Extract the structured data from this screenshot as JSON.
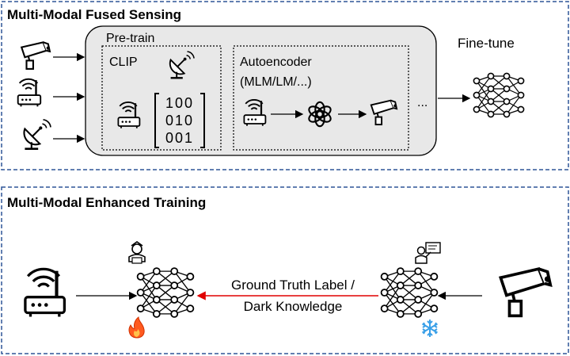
{
  "panels": {
    "fused": {
      "title": "Multi-Modal Fused Sensing"
    },
    "enhanced": {
      "title": "Multi-Modal Enhanced Training"
    }
  },
  "pretrain": {
    "label": "Pre-train",
    "clip_label": "CLIP",
    "matrix": [
      "100",
      "010",
      "001"
    ],
    "autoencoder_line1": "Autoencoder",
    "autoencoder_line2": "(MLM/LM/...)",
    "ellipsis": "..."
  },
  "finetune": {
    "label": "Fine-tune"
  },
  "training": {
    "arrow_label_line1": "Ground Truth Label /",
    "arrow_label_line2": "Dark Knowledge"
  },
  "icons": {
    "sensor_inputs": [
      "camera-icon",
      "wifi-router-icon",
      "satellite-dish-icon"
    ],
    "clip": [
      "satellite-dish-icon",
      "wifi-router-icon",
      "identity-matrix"
    ],
    "autoencoder": [
      "wifi-router-icon",
      "openai-logo-icon",
      "camera-icon"
    ],
    "student": [
      "student-icon",
      "neural-network-icon",
      "fire-icon"
    ],
    "teacher": [
      "teacher-icon",
      "neural-network-icon",
      "snowflake-icon"
    ]
  },
  "colors": {
    "panel_border": "#2f5597",
    "pretrain_fill": "#e8e8e8",
    "distill_arrow": "#e00000",
    "fire": "#ff5a1f",
    "snow": "#3aa0e8"
  }
}
